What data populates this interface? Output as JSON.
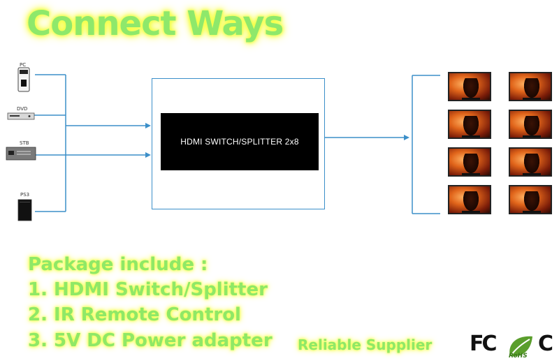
{
  "header": {
    "title": "Connect Ways"
  },
  "sources": [
    {
      "label": "PC",
      "icon": "pc-tower-icon"
    },
    {
      "label": "DVD",
      "icon": "dvd-player-icon"
    },
    {
      "label": "STB",
      "icon": "set-top-box-icon"
    },
    {
      "label": "PS3",
      "icon": "game-console-icon"
    }
  ],
  "device": {
    "label": "HDMI  SWITCH/SPLITTER 2x8"
  },
  "outputs": {
    "count": 8,
    "icon": "tv-display-icon"
  },
  "package": {
    "heading": "Package include :",
    "items": [
      "1. HDMI Switch/Splitter",
      "2. IR Remote Control",
      "3. 5V DC Power adapter"
    ]
  },
  "footer": {
    "tagline": "Reliable Supplier",
    "cert_fc": "FC",
    "cert_rohs": "RoHS",
    "cert_ce": "C"
  },
  "colors": {
    "title_green": "#8ee86b",
    "glow_yellow": "#f6ff30",
    "line_blue": "#3b8fc9",
    "device_black": "#000000"
  }
}
